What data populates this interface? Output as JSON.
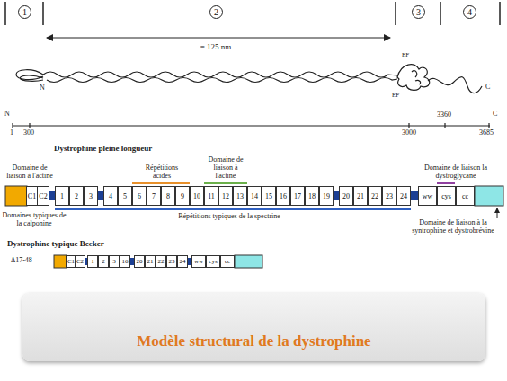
{
  "diagram": {
    "caption": "Modèle structural de la dystrophine",
    "nodes": [
      {
        "text": [
          "1"
        ]
      },
      {
        "text": [
          "2"
        ]
      },
      {
        "text": [
          "3"
        ]
      },
      {
        "text": [
          "4"
        ]
      },
      {
        "text": [
          "C1"
        ]
      },
      {
        "text": [
          "C2"
        ]
      },
      {
        "text": [
          "1"
        ]
      },
      {
        "text": [
          "2"
        ]
      },
      {
        "text": [
          "3"
        ]
      },
      {
        "text": [
          "4"
        ]
      },
      {
        "text": [
          "5"
        ]
      },
      {
        "text": [
          "6"
        ]
      },
      {
        "text": [
          "7"
        ]
      },
      {
        "text": [
          "8"
        ]
      },
      {
        "text": [
          "9"
        ]
      },
      {
        "text": [
          "10"
        ]
      },
      {
        "text": [
          "11"
        ]
      },
      {
        "text": [
          "12"
        ]
      },
      {
        "text": [
          "13"
        ]
      },
      {
        "text": [
          "14"
        ]
      },
      {
        "text": [
          "15"
        ]
      },
      {
        "text": [
          "16"
        ]
      },
      {
        "text": [
          "17"
        ]
      },
      {
        "text": [
          "18"
        ]
      },
      {
        "text": [
          "19"
        ]
      },
      {
        "text": [
          "20"
        ]
      },
      {
        "text": [
          "21"
        ]
      },
      {
        "text": [
          "22"
        ]
      },
      {
        "text": [
          "23"
        ]
      },
      {
        "text": [
          "24"
        ]
      },
      {
        "text": [
          "ww"
        ]
      },
      {
        "text": [
          "cys"
        ]
      },
      {
        "text": [
          "cc"
        ]
      },
      {
        "text": [
          "C1"
        ]
      },
      {
        "text": [
          "C2"
        ]
      },
      {
        "text": [
          "1"
        ]
      },
      {
        "text": [
          "2"
        ]
      },
      {
        "text": [
          "3"
        ]
      },
      {
        "text": [
          "16"
        ]
      },
      {
        "text": [
          "20"
        ]
      },
      {
        "text": [
          "21"
        ]
      },
      {
        "text": [
          "22"
        ]
      },
      {
        "text": [
          "23"
        ]
      },
      {
        "text": [
          "24"
        ]
      },
      {
        "text": [
          "ww"
        ]
      },
      {
        "text": [
          "cys"
        ]
      },
      {
        "text": [
          "cc"
        ]
      }
    ],
    "labels": [
      "= 125 nm",
      "EF",
      "EF",
      "N",
      "C",
      "N",
      "C",
      "1",
      "300",
      "3360",
      "3000",
      "3685",
      "Dystrophine pleine longueur",
      "Domaine de liaison à l'actine",
      "Répétitions acides",
      "Domaine de liaison à l'actine",
      "Domaine de liaison la dystroglycane",
      "Domaines typiques de la calponine",
      "Répétitions typiques de la spectrine",
      "Domaine de liaison à la syntrophine et dystrobrévine",
      "Dystrophine typique Becker",
      "Δ17-48"
    ]
  }
}
